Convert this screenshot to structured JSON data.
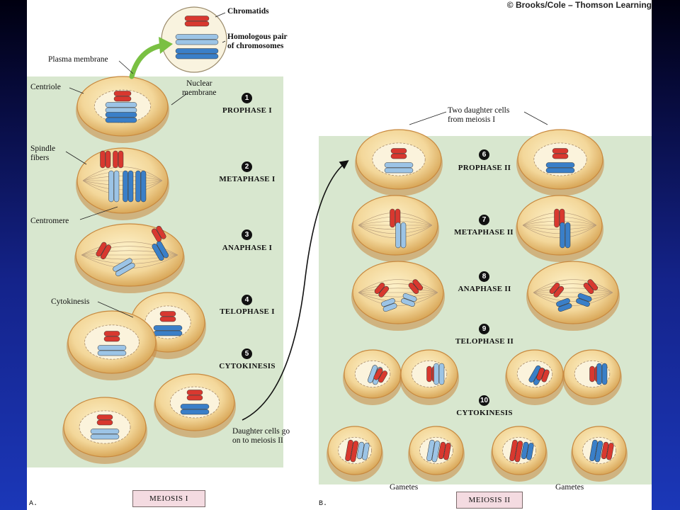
{
  "credit": "© Brooks/Cole – Thomson Learning",
  "callouts": {
    "chromatids": "Chromatids",
    "homologous": "Homologous pair\nof chromosomes",
    "plasma_membrane": "Plasma membrane",
    "centriole": "Centriole",
    "nuclear_membrane": "Nuclear\nmembrane",
    "spindle_fibers": "Spindle\nfibers",
    "centromere": "Centromere",
    "cytokinesis": "Cytokinesis",
    "two_daughter": "Two daughter cells\nfrom meiosis I",
    "daughter_go_on": "Daughter cells go\non to meiosis II",
    "gametes_left": "Gametes",
    "gametes_right": "Gametes"
  },
  "stages": [
    {
      "num": "1",
      "name": "PROPHASE I"
    },
    {
      "num": "2",
      "name": "METAPHASE I"
    },
    {
      "num": "3",
      "name": "ANAPHASE I"
    },
    {
      "num": "4",
      "name": "TELOPHASE I"
    },
    {
      "num": "5",
      "name": "CYTOKINESIS"
    },
    {
      "num": "6",
      "name": "PROPHASE II"
    },
    {
      "num": "7",
      "name": "METAPHASE II"
    },
    {
      "num": "8",
      "name": "ANAPHASE II"
    },
    {
      "num": "9",
      "name": "TELOPHASE II"
    },
    {
      "num": "10",
      "name": "CYTOKINESIS"
    }
  ],
  "panels": {
    "a_letter": "A.",
    "a_title": "MEIOSIS I",
    "b_letter": "B.",
    "b_title": "MEIOSIS II"
  },
  "colors": {
    "cell_fill": "#f3d79a",
    "cell_edge": "#c8893f",
    "panel_bg": "#d8e7cf",
    "chromosome_red": "#d8382f",
    "chromosome_blue": "#3a7fc8",
    "chromosome_lightblue": "#9cc4e6",
    "arrow_green": "#7ac043",
    "title_box": "#f4dbe1"
  }
}
